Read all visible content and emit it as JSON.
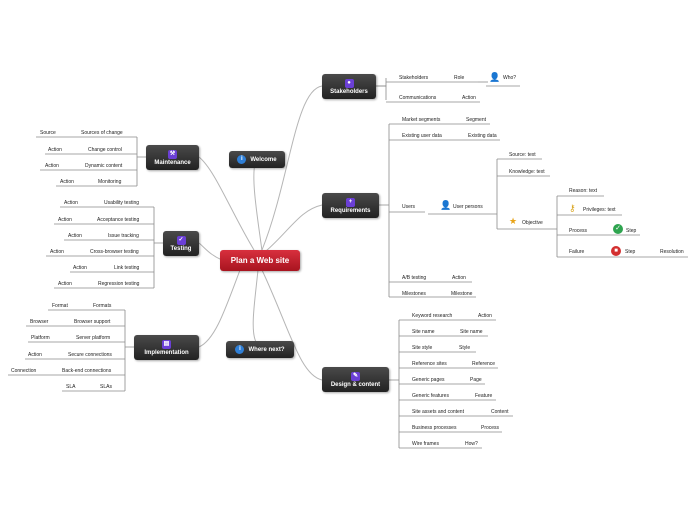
{
  "root": "Plan a Web site",
  "floating": {
    "welcome": "Welcome",
    "where_next": "Where next?"
  },
  "stakeholders": {
    "title": "Stakeholders",
    "row1": {
      "a": "Stakeholders",
      "b": "Role",
      "c": "Who?"
    },
    "row2": {
      "a": "Communications",
      "b": "Action"
    }
  },
  "requirements": {
    "title": "Requirements",
    "market": {
      "a": "Market segments",
      "b": "Segment"
    },
    "existing": {
      "a": "Existing user data",
      "b": "Existing data"
    },
    "users": "Users",
    "personas": "User persons",
    "source": "Source: text",
    "knowledge": "Knowledge: text",
    "objective": "Objective",
    "reason": "Reason: text",
    "privileges": "Privileges: text",
    "process": "Process",
    "step1": "Step",
    "failure": "Failure",
    "step2": "Step",
    "resolution": "Resolution",
    "ab": {
      "a": "A/B testing",
      "b": "Action"
    },
    "milestones": {
      "a": "Milestones",
      "b": "Milestone"
    }
  },
  "design": {
    "title": "Design & content",
    "rows": [
      {
        "a": "Keyword research",
        "b": "Action"
      },
      {
        "a": "Site name",
        "b": "Site name"
      },
      {
        "a": "Site style",
        "b": "Style"
      },
      {
        "a": "Reference sites",
        "b": "Reference"
      },
      {
        "a": "Generic pages",
        "b": "Page"
      },
      {
        "a": "Generic features",
        "b": "Feature"
      },
      {
        "a": "Site assets and content",
        "b": "Content"
      },
      {
        "a": "Business processes",
        "b": "Process"
      },
      {
        "a": "Wire frames",
        "b": "How?"
      }
    ]
  },
  "maintenance": {
    "title": "Maintenance",
    "rows": [
      {
        "a": "Sources of change",
        "b": "Source"
      },
      {
        "a": "Change control",
        "b": "Action"
      },
      {
        "a": "Dynamic content",
        "b": "Action"
      },
      {
        "a": "Monitoring",
        "b": "Action"
      }
    ]
  },
  "testing": {
    "title": "Testing",
    "rows": [
      {
        "a": "Usability testing",
        "b": "Action"
      },
      {
        "a": "Acceptance testing",
        "b": "Action"
      },
      {
        "a": "Issue tracking",
        "b": "Action"
      },
      {
        "a": "Cross-browser testing",
        "b": "Action"
      },
      {
        "a": "Link testing",
        "b": "Action"
      },
      {
        "a": "Regression testing",
        "b": "Action"
      }
    ]
  },
  "implementation": {
    "title": "Implementation",
    "rows": [
      {
        "a": "Formats",
        "b": "Format"
      },
      {
        "a": "Browser support",
        "b": "Browser"
      },
      {
        "a": "Server platform",
        "b": "Platform"
      },
      {
        "a": "Secure connections",
        "b": "Action"
      },
      {
        "a": "Back-end connections",
        "b": "Connection"
      },
      {
        "a": "SLAs",
        "b": "SLA"
      }
    ]
  }
}
